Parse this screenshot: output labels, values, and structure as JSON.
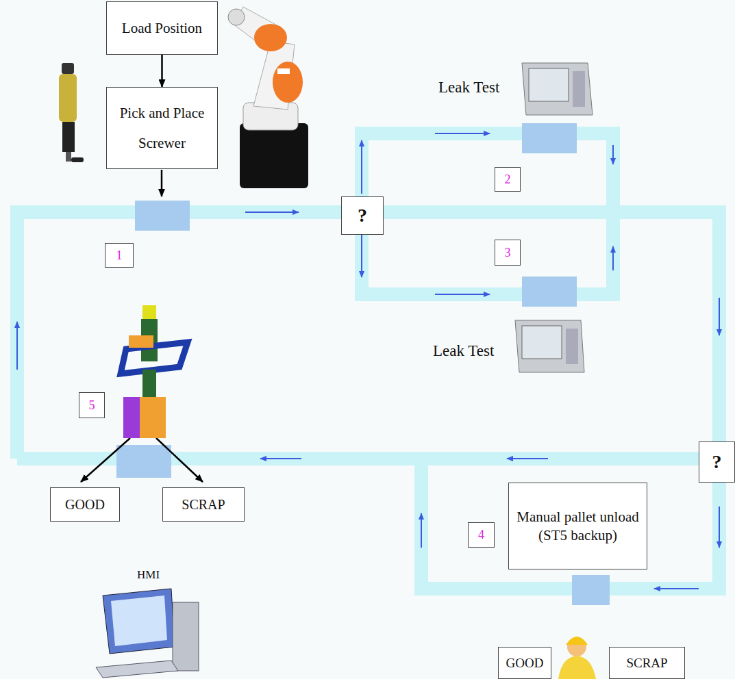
{
  "diagram": {
    "nodes": [
      {
        "text": [
          "Load Position"
        ]
      },
      {
        "text": [
          "Pick and Place Screwer"
        ]
      },
      {
        "text": [
          "1"
        ]
      },
      {
        "text": [
          "?"
        ]
      },
      {
        "text": [
          "2"
        ]
      },
      {
        "text": [
          "3"
        ]
      },
      {
        "text": [
          "5"
        ]
      },
      {
        "text": [
          "?"
        ]
      },
      {
        "text": [
          "GOOD"
        ]
      },
      {
        "text": [
          "SCRAP"
        ]
      },
      {
        "text": [
          "4"
        ]
      },
      {
        "text": [
          "Manual pallet unload (ST5 backup)"
        ]
      },
      {
        "text": [
          "GOOD"
        ]
      },
      {
        "text": [
          "SCRAP"
        ]
      }
    ],
    "edges": [
      {
        "from": 0,
        "to": 1,
        "arrow": "to"
      }
    ],
    "labels": [
      "Leak Test",
      "Leak Test",
      "HMI"
    ]
  }
}
